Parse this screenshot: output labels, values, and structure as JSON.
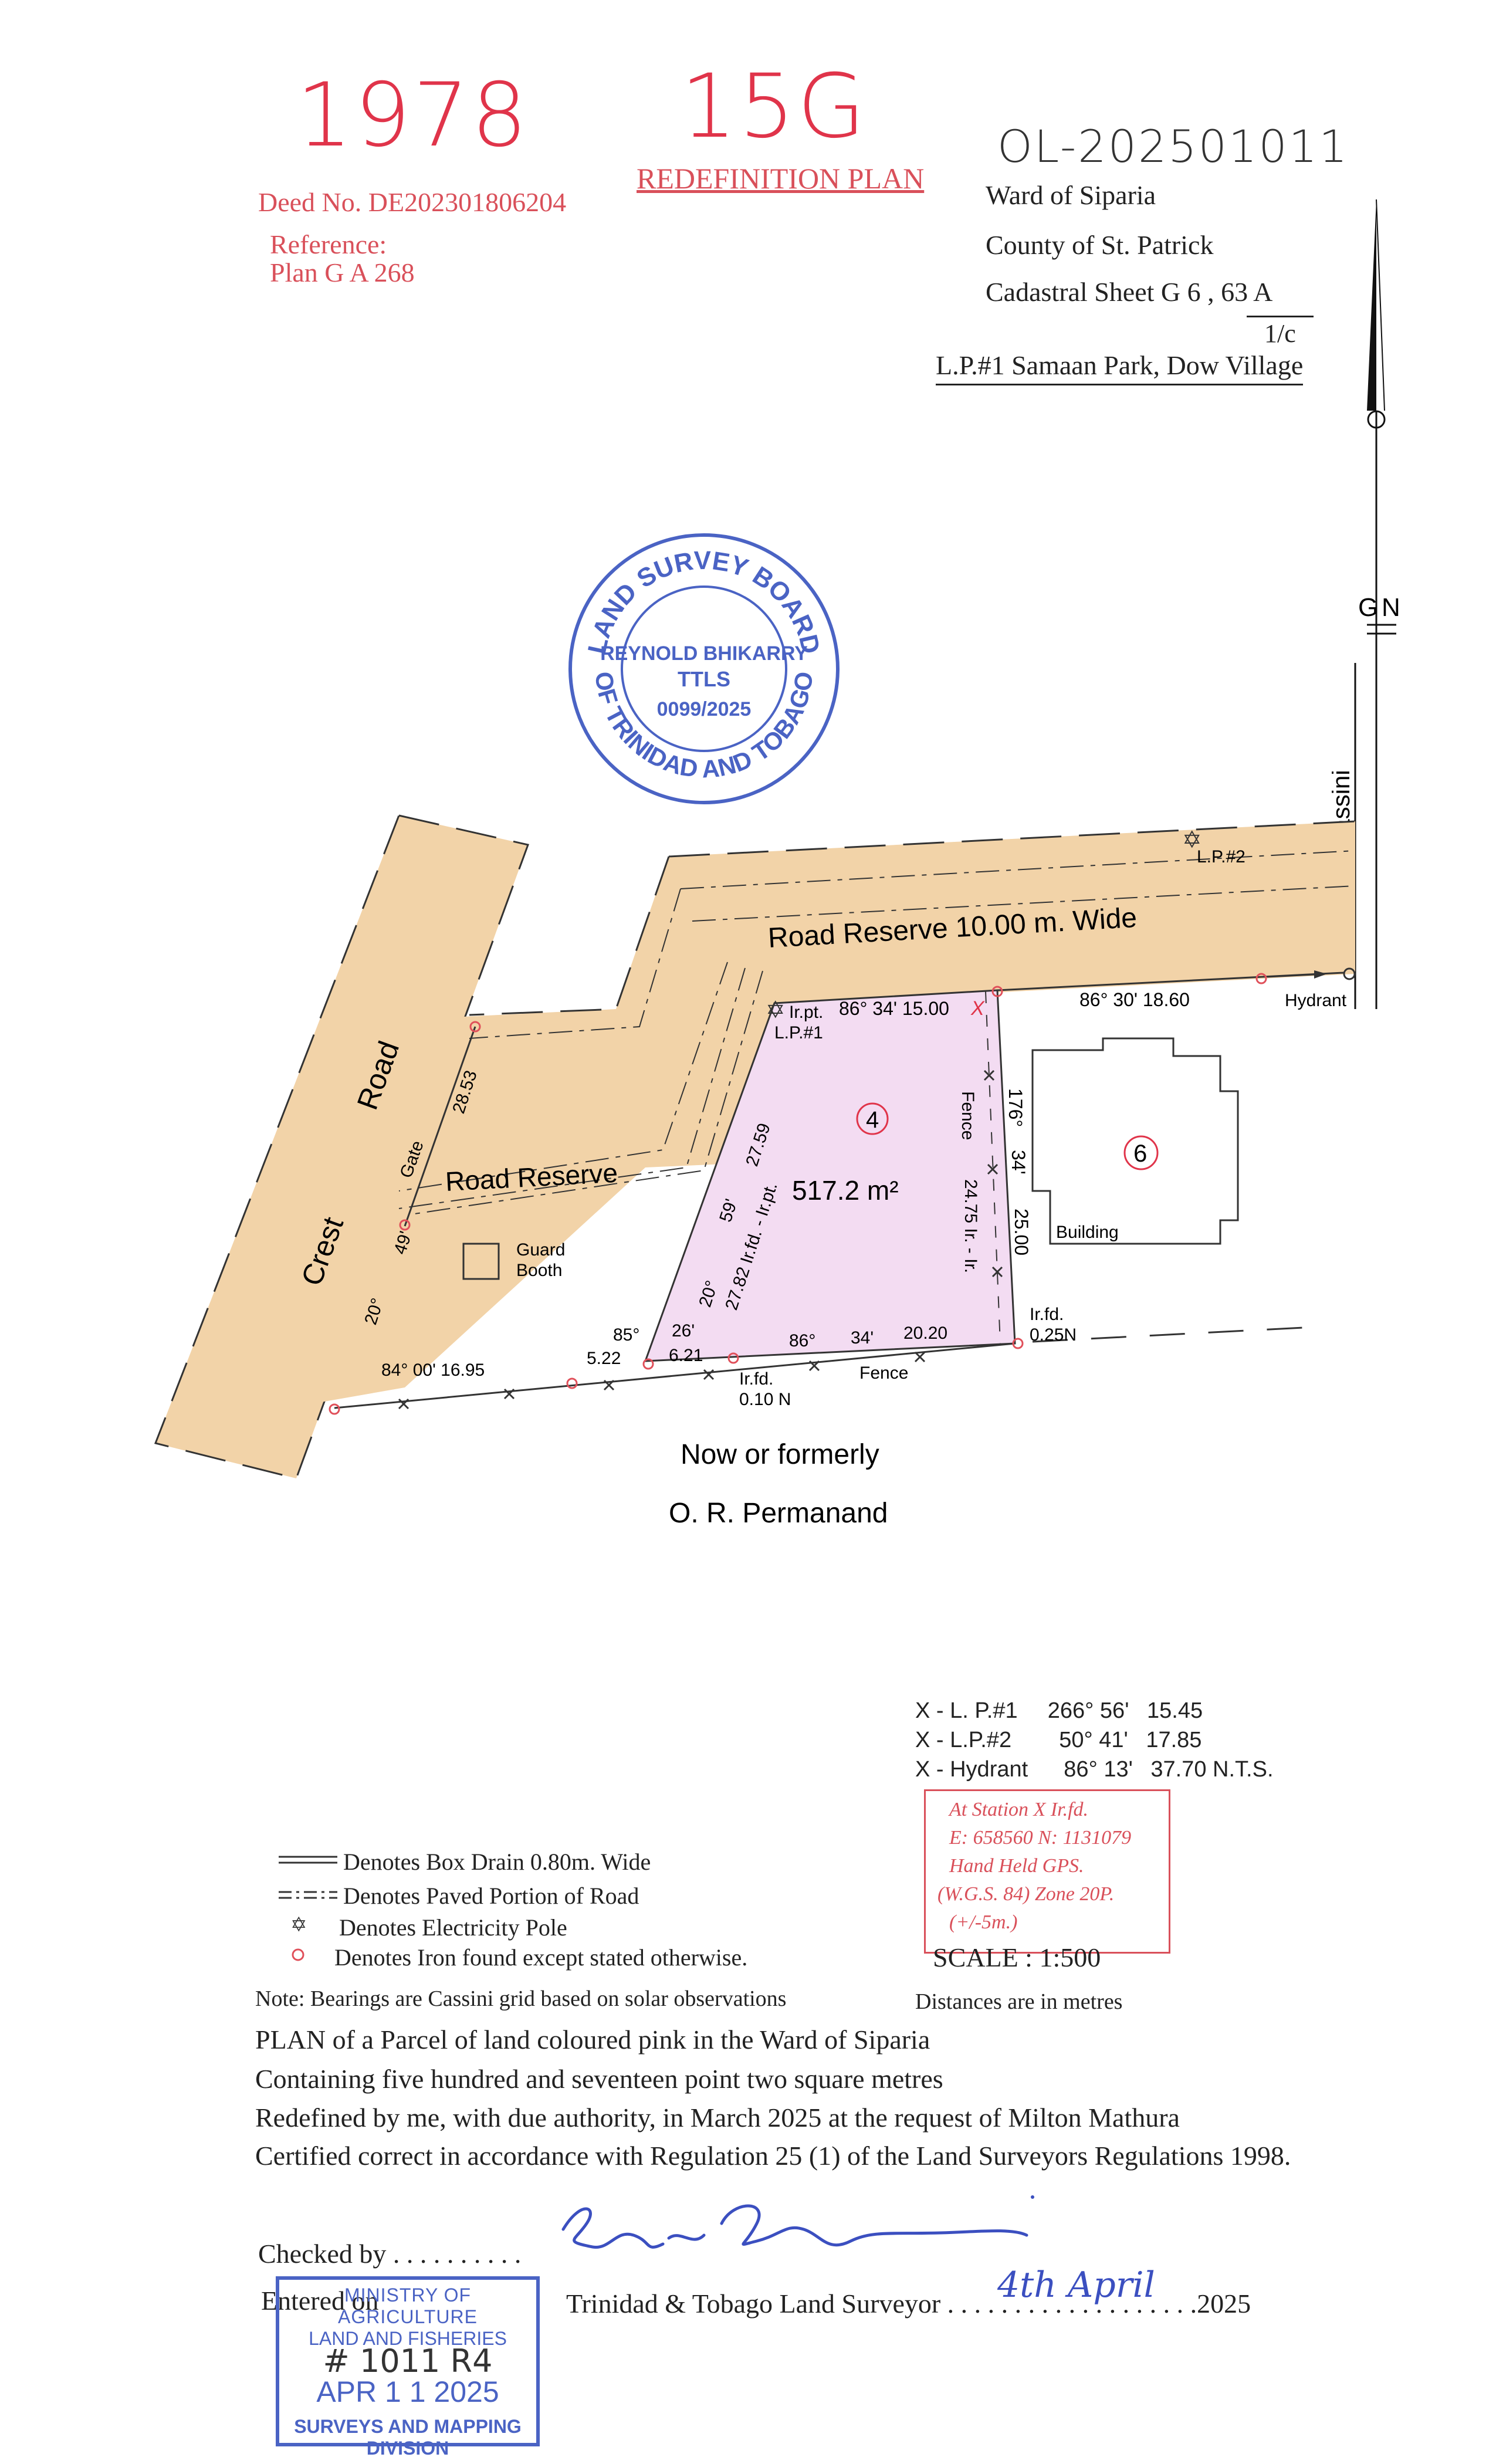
{
  "header": {
    "plan_no_left": "1978",
    "plan_no_center": "15G",
    "title": "REDEFINITION PLAN",
    "deed_no": "Deed No. DE202301806204",
    "reference_label": "Reference:",
    "reference_plan": "Plan G A 268",
    "file_ref": "OL-202501011",
    "ward": "Ward of Siparia",
    "county": "County of St. Patrick",
    "cadastral": "Cadastral Sheet  G 6 , 63 A",
    "cadastral_sub": "1/c",
    "locality": "L.P.#1 Samaan Park, Dow Village"
  },
  "north_arrow": {
    "gn": "G",
    "n": "N",
    "cassini": "Cassini"
  },
  "survey_seal": {
    "ring_top": "LAND SURVEY BOARD",
    "ring_bottom": "OF TRINIDAD AND TOBAGO",
    "name": "REYNOLD BHIKARRY",
    "title": "TTLS",
    "number": "0099/2025"
  },
  "plan": {
    "road_reserve_wide": "Road Reserve  10.00 m.  Wide",
    "road_reserve": "Road Reserve",
    "crest_road_1": "Crest",
    "crest_road_2": "Road",
    "gate": "Gate",
    "guard_booth_1": "Guard",
    "guard_booth_2": "Booth",
    "lp2": "L.P.#2",
    "lp1": "L.P.#1",
    "irpt": "Ir.pt.",
    "bearing_north": "86° 34'  15.00",
    "x_mark": "X",
    "bearing_east_road": "86° 30'  18.60",
    "hydrant": "Hydrant",
    "lot_number": "4",
    "area": "517.2 m²",
    "lot_six": "6",
    "building": "Building",
    "fence": "Fence",
    "east_bearing_1": "176°",
    "east_bearing_2": "34'",
    "east_bearing_3": "25.00",
    "east_fence_dist": "24.75 Ir. - Ir.",
    "west_bearing_1": "20°",
    "west_bearing_2": "59'",
    "west_bearing_3": "27.59",
    "west_irfd": "27.82 Ir.fd. - Ir.pt.",
    "irfd_025": "Ir.fd.",
    "irfd_025b": "0.25N",
    "south_bearing_86": "86°",
    "south_bearing_34": "34'",
    "south_dist": "20.20",
    "south_fence": "Fence",
    "irfd_010": "Ir.fd.",
    "irfd_010b": "0.10 N",
    "b_85": "85°",
    "b_26": "26'",
    "d_621": "6.21",
    "d_522": "5.22",
    "b_84": "84°  00'  16.95",
    "b_20": "20°",
    "b_49": "49'",
    "d_2853": "28.53",
    "owner_1": "Now or formerly",
    "owner_2": "O. R. Permanand"
  },
  "ties": [
    {
      "label": "X - L. P.#1",
      "bearing": "266° 56'",
      "dist": "15.45"
    },
    {
      "label": "X - L.P.#2",
      "bearing": "50° 41'",
      "dist": "17.85"
    },
    {
      "label": "X - Hydrant",
      "bearing": "86° 13'",
      "dist": "37.70 N.T.S."
    }
  ],
  "gps_box": {
    "line1": "At Station  X  Ir.fd.",
    "line2": "E: 658560  N: 1131079",
    "line3": "Hand Held GPS.",
    "line4": "(W.G.S. 84) Zone 20P.",
    "line5": "(+/-5m.)"
  },
  "legend": {
    "box_drain": "Denotes Box Drain 0.80m. Wide",
    "paved": "Denotes Paved Portion of  Road",
    "pole": "Denotes Electricity Pole",
    "iron": "Denotes Iron found except stated otherwise."
  },
  "scale": "SCALE : 1:500",
  "note": "Note: Bearings are Cassini grid based on solar observations",
  "distances": "Distances are in metres",
  "certification": {
    "line1": "PLAN of a Parcel of land coloured pink in the Ward of Siparia",
    "line2": "Containing five hundred and seventeen point two square metres",
    "line3": "Redefined by me, with due authority, in March 2025 at the request of Milton Mathura",
    "line4": "Certified correct in accordance with Regulation 25 (1) of the Land Surveyors Regulations 1998."
  },
  "signoff": {
    "checked_by": "Checked by . . . . . . . . . .",
    "entered_on": "Entered on",
    "surveyor": "Trinidad & Tobago  Land Surveyor . . . . . . . . . . . . . . . . . . .2025",
    "sig_date": "4th April"
  },
  "ministry_stamp": {
    "line1": "MINISTRY OF AGRICULTURE",
    "line2": "LAND AND FISHERIES",
    "handwritten": "# 1011 R4",
    "date": "APR 1 1 2025",
    "line4": "SURVEYS AND MAPPING",
    "line5": "DIVISION"
  },
  "colors": {
    "road": "#f2d3a8",
    "parcel": "#f3dcf2",
    "red_ink": "#d9505a",
    "stamp_blue": "#4a63c4"
  }
}
